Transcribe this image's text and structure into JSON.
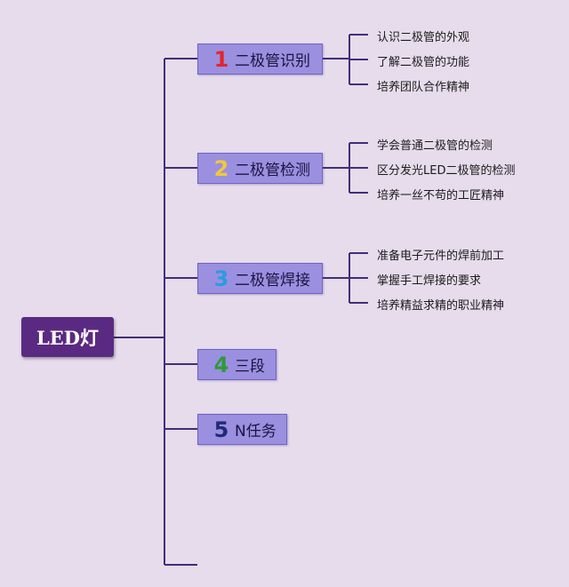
{
  "root": {
    "label": "LED灯"
  },
  "colors": {
    "background": "#e6dcec",
    "connector": "#3f2f78",
    "root_fill": "#5a2a82",
    "branch_fill": "#9b8fe0",
    "branch_border": "#6f63c4"
  },
  "branches": [
    {
      "num": "1",
      "label": "二极管识别",
      "num_color": "#e1262c",
      "children": [
        "认识二极管的外观",
        "了解二极管的功能",
        "培养团队合作精神"
      ]
    },
    {
      "num": "2",
      "label": "二极管检测",
      "num_color": "#f0c93c",
      "children": [
        "学会普通二极管的检测",
        "区分发光LED二极管的检测",
        "培养一丝不苟的工匠精神"
      ]
    },
    {
      "num": "3",
      "label": "二极管焊接",
      "num_color": "#2b9be0",
      "children": [
        "准备电子元件的焊前加工",
        "掌握手工焊接的要求",
        "培养精益求精的职业精神"
      ]
    },
    {
      "num": "4",
      "label": "三段",
      "num_color": "#2e9a3a",
      "children": []
    },
    {
      "num": "5",
      "label": "N任务",
      "num_color": "#1f2a7a",
      "children": []
    }
  ]
}
